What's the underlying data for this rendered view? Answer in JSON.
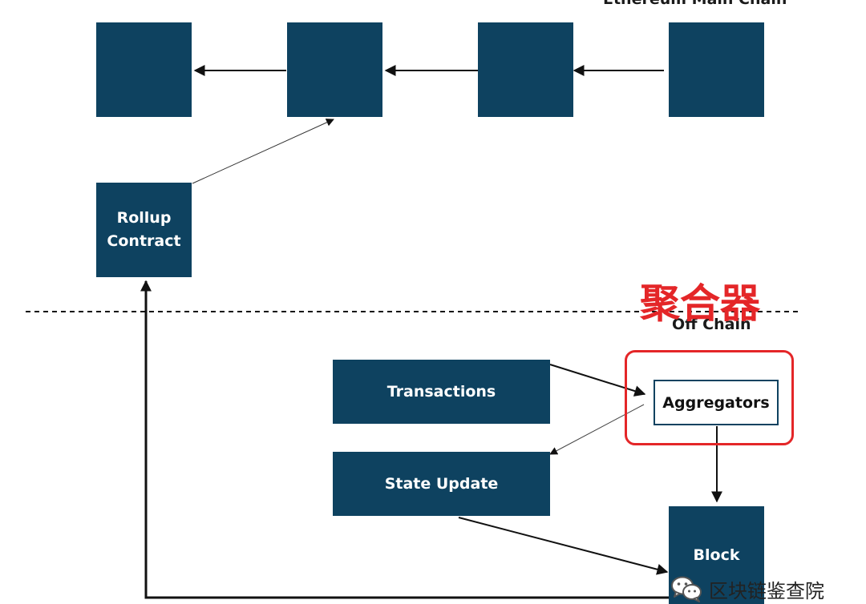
{
  "diagram": {
    "header_label": "Ethereum Main Chain",
    "offchain_label": "Off Chain",
    "annotation": "聚合器",
    "nodes": {
      "chain_1": "",
      "chain_2": "",
      "chain_3": "",
      "chain_4": "",
      "rollup_contract": [
        "Rollup",
        "Contract"
      ],
      "transactions": "Transactions",
      "state_update": "State Update",
      "aggregators": "Aggregators",
      "block": "Block"
    },
    "colors": {
      "node": "#0e4260",
      "annotation": "#e42628"
    }
  },
  "watermark": {
    "icon": "wechat-icon",
    "text": "区块链鉴查院"
  }
}
